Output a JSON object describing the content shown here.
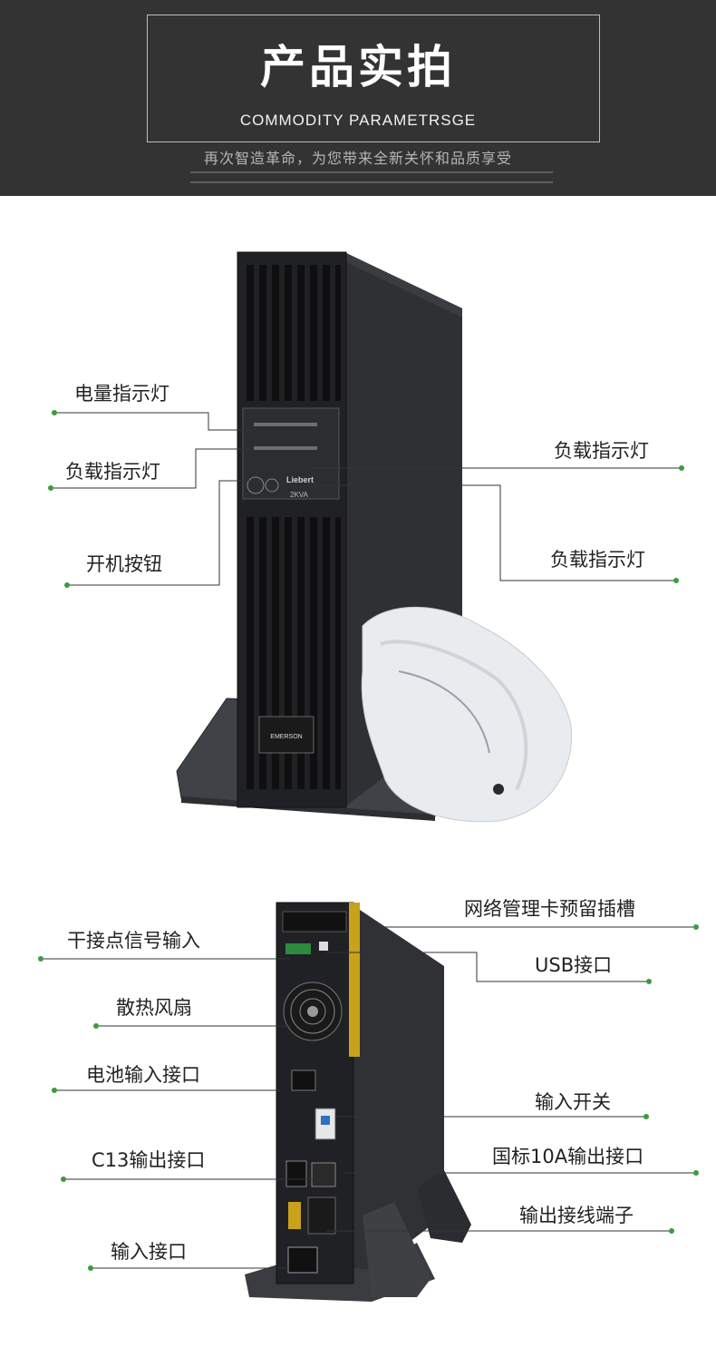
{
  "banner": {
    "title": "产品实拍",
    "subtitle": "COMMODITY  PARAMETRSGE",
    "slogan": "再次智造革命，为您带来全新关怀和品质享受"
  },
  "front_labels": {
    "battery_indicator": "电量指示灯",
    "load_indicator_left": "负载指示灯",
    "power_button": "开机按钮",
    "load_indicator_right_1": "负载指示灯",
    "load_indicator_right_2": "负载指示灯"
  },
  "front_panel": {
    "brand": "Liebert",
    "model": "2KVA",
    "maker": "EMERSON"
  },
  "rear_labels": {
    "dry_contact": "干接点信号输入",
    "fan": "散热风扇",
    "battery_input": "电池输入接口",
    "c13_output": "C13输出接口",
    "ac_input": "输入接口",
    "nms_slot": "网络管理卡预留插槽",
    "usb": "USB接口",
    "input_switch": "输入开关",
    "gb_output": "国标10A输出接口",
    "output_terminal": "输出接线端子"
  },
  "colors": {
    "banner_bg": "#333333",
    "dot_green": "#3a9b3f",
    "leader_line": "#333333"
  }
}
